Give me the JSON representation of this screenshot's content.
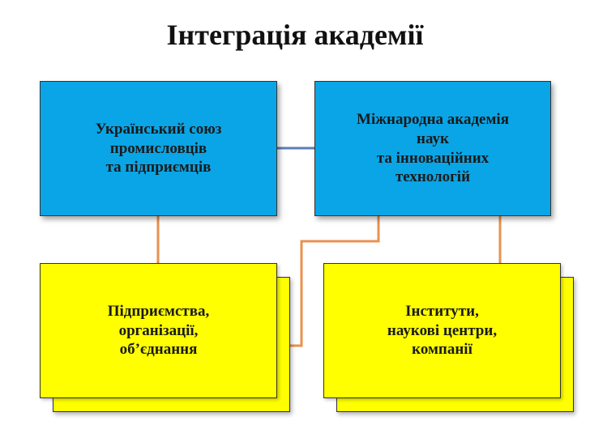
{
  "title": "Інтеграція академії",
  "nodes": {
    "ukr_union": "Український союз\nпромисловців\nта підприємців",
    "intl_academy": "Міжнародна академія\nнаук\nта інноваційних\nтехнологій",
    "enterprises": "Підприємства,\nорганізації,\nоб’єднання",
    "institutes": "Інститути,\nнаукові центри,\nкомпанії"
  },
  "colors": {
    "blue_box": "#0aa5e6",
    "yellow_box": "#ffff00",
    "link_blue": "#5b7fb5",
    "link_orange": "#e8924e"
  }
}
